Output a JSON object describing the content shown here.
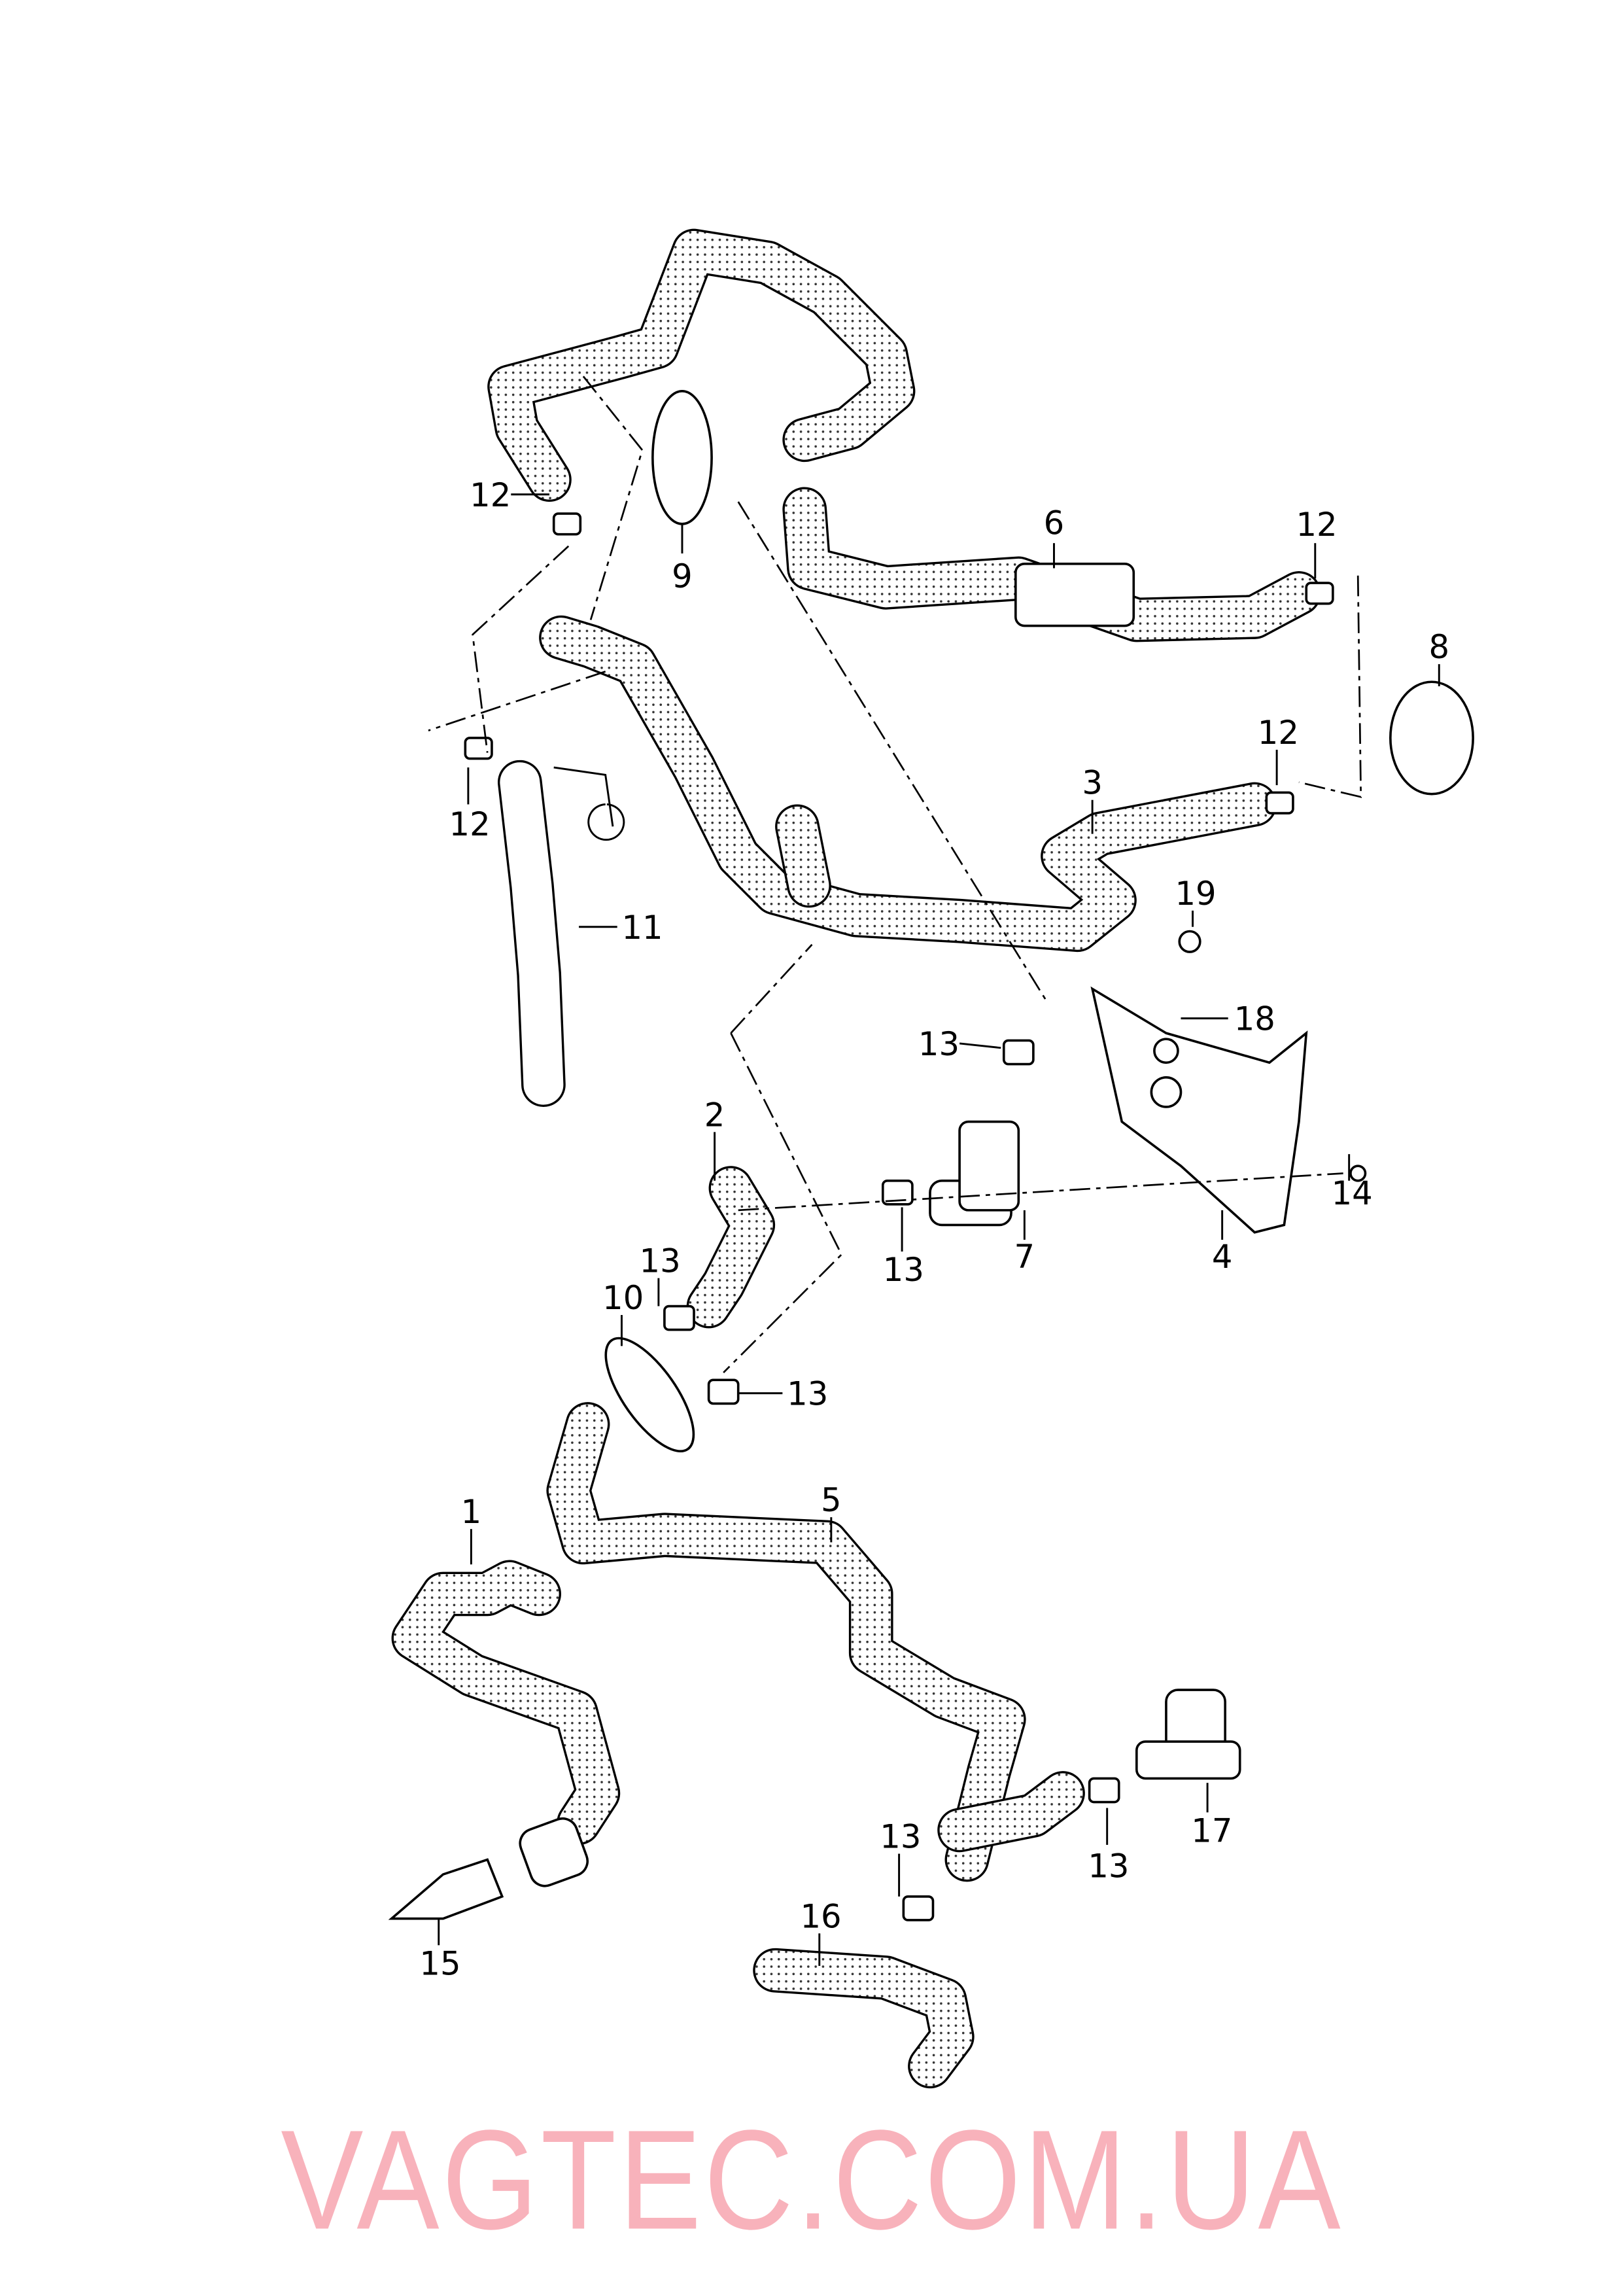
{
  "watermark": "VAGTEC.COM.UA",
  "callouts": {
    "c1": "1",
    "c2": "2",
    "c3": "3",
    "c4": "4",
    "c5": "5",
    "c6": "6",
    "c7": "7",
    "c8": "8",
    "c9": "9",
    "c10": "10",
    "c11": "11",
    "c12a": "12",
    "c12b": "12",
    "c12c": "12",
    "c12d": "12",
    "c13a": "13",
    "c13b": "13",
    "c13c": "13",
    "c13d": "13",
    "c13e": "13",
    "c13f": "13",
    "c14": "14",
    "c15": "15",
    "c16": "16",
    "c17": "17",
    "c18": "18",
    "c19": "19"
  }
}
